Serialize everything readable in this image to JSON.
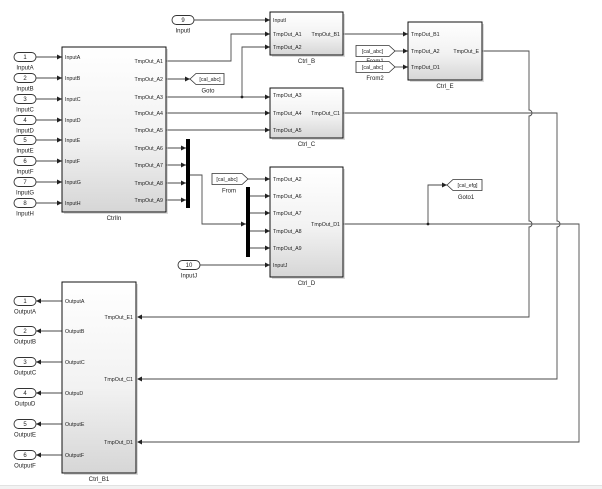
{
  "colors": {
    "canvas": "#ffffff",
    "line": "#4a4a4a",
    "block_border": "#111111",
    "bus": "#000000",
    "text": "#222222"
  },
  "inports": [
    {
      "number": "1",
      "name": "InputA"
    },
    {
      "number": "2",
      "name": "InputB"
    },
    {
      "number": "3",
      "name": "InputC"
    },
    {
      "number": "4",
      "name": "InputD"
    },
    {
      "number": "5",
      "name": "InputE"
    },
    {
      "number": "6",
      "name": "InputF"
    },
    {
      "number": "7",
      "name": "InputG"
    },
    {
      "number": "8",
      "name": "InputH"
    },
    {
      "number": "9",
      "name": "InputI"
    },
    {
      "number": "10",
      "name": "InputJ"
    }
  ],
  "outports": [
    {
      "number": "1",
      "name": "OutputA"
    },
    {
      "number": "2",
      "name": "OutputB"
    },
    {
      "number": "3",
      "name": "OutputC"
    },
    {
      "number": "4",
      "name": "OutpuD"
    },
    {
      "number": "5",
      "name": "OutputE"
    },
    {
      "number": "6",
      "name": "OutputF"
    }
  ],
  "blocks": {
    "ctrl_in": {
      "name": "CtrlIn",
      "inputs": [
        "InputA",
        "InputB",
        "InputC",
        "InputD",
        "InputE",
        "InputF",
        "InputG",
        "InputH"
      ],
      "outputs": [
        "TmpOut_A1",
        "TmpOut_A2",
        "TmpOut_A3",
        "TmpOut_A4",
        "TmpOut_A5",
        "TmpOut_A6",
        "TmpOut_A7",
        "TmpOut_A8",
        "TmpOut_A9"
      ]
    },
    "ctrl_b": {
      "name": "Ctrl_B",
      "inputs": [
        "InputI",
        "TmpOut_A1",
        "TmpOut_A2"
      ],
      "outputs": [
        "TmpOut_B1"
      ]
    },
    "ctrl_c": {
      "name": "Ctrl_C",
      "inputs": [
        "TmpOut_A3",
        "TmpOut_A4",
        "TmpOut_A5"
      ],
      "outputs": [
        "TmpOut_C1"
      ]
    },
    "ctrl_d": {
      "name": "Ctrl_D",
      "inputs": [
        "TmpOut_A2",
        "TmpOut_A6",
        "TmpOut_A7",
        "TmpOut_A8",
        "TmpOut_A9",
        "InputJ"
      ],
      "outputs": [
        "TmpOut_D1"
      ]
    },
    "ctrl_e": {
      "name": "Ctrl_E",
      "inputs": [
        "TmpOut_B1",
        "TmpOut_A2",
        "TmpOut_D1"
      ],
      "outputs": [
        "TmpOut_E"
      ]
    },
    "ctrl_b1": {
      "name": "Ctrl_B1",
      "inputs": [
        "TmpOut_E1",
        "TmpOut_C1",
        "TmpOut_D1"
      ],
      "outputs": [
        "OutputA",
        "OutputB",
        "OutputC",
        "OutpuD",
        "OutputE",
        "OutputF"
      ]
    }
  },
  "gotos": [
    {
      "name": "Goto",
      "tag": "[cal_abc]"
    },
    {
      "name": "Goto1",
      "tag": "[cal_efg]"
    }
  ],
  "froms": [
    {
      "name": "From",
      "tag": "[cal_abc]"
    },
    {
      "name": "From1",
      "tag": "[cal_abc]"
    },
    {
      "name": "From2",
      "tag": "[cal_abc]"
    }
  ]
}
